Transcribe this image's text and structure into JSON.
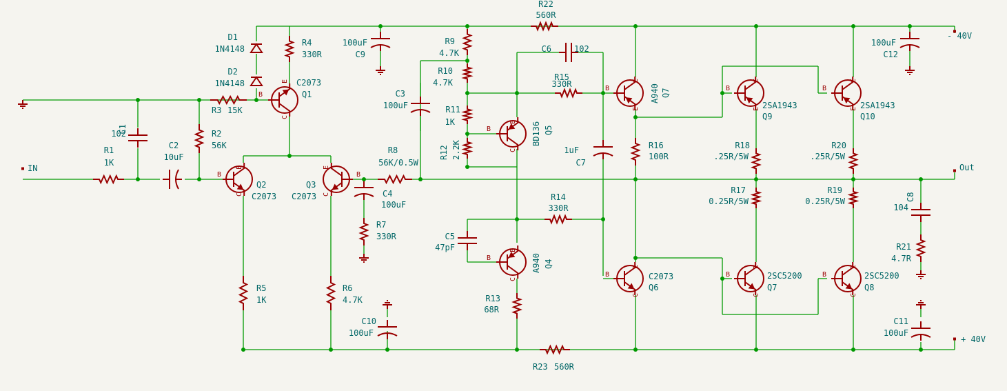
{
  "components": {
    "r1": {
      "ref": "R1",
      "value": "1K"
    },
    "c1": {
      "ref": "C1",
      "value": "102"
    },
    "c2": {
      "ref": "C2",
      "value": "10uF"
    },
    "r2": {
      "ref": "R2",
      "value": "56K"
    },
    "r3": {
      "ref": "R3",
      "value": "15K"
    },
    "d1": {
      "ref": "D1",
      "value": "1N4148"
    },
    "d2": {
      "ref": "D2",
      "value": "1N4148"
    },
    "r4": {
      "ref": "R4",
      "value": "330R"
    },
    "q1": {
      "ref": "Q1",
      "value": "C2073"
    },
    "q2": {
      "ref": "Q2",
      "value": "C2073"
    },
    "q3": {
      "ref": "Q3",
      "value": "C2073"
    },
    "r5": {
      "ref": "R5",
      "value": "1K"
    },
    "r6": {
      "ref": "R6",
      "value": "4.7K"
    },
    "c4": {
      "ref": "C4",
      "value": "100uF"
    },
    "r7": {
      "ref": "R7",
      "value": "330R"
    },
    "r8": {
      "ref": "R8",
      "value": "56K/0.5W"
    },
    "c3": {
      "ref": "C3",
      "value": "100uF"
    },
    "c9": {
      "ref": "C9",
      "value": "100uF"
    },
    "c10": {
      "ref": "C10",
      "value": "100uF"
    },
    "r9": {
      "ref": "R9",
      "value": "4.7K"
    },
    "r10": {
      "ref": "R10",
      "value": "4.7K"
    },
    "r11": {
      "ref": "R11",
      "value": "1K"
    },
    "r12": {
      "ref": "R12",
      "value": "2.2K"
    },
    "q5": {
      "ref": "Q5",
      "value": "BD136"
    },
    "c6": {
      "ref": "C6",
      "value": "102"
    },
    "r15": {
      "ref": "R15",
      "value": "330R"
    },
    "c7": {
      "ref": "C7",
      "value": "1uF"
    },
    "c5": {
      "ref": "C5",
      "value": "47pF"
    },
    "q4": {
      "ref": "Q4",
      "value": "A940"
    },
    "r13": {
      "ref": "R13",
      "value": "68R"
    },
    "r14": {
      "ref": "R14",
      "value": "330R"
    },
    "r22": {
      "ref": "R22",
      "value": "560R"
    },
    "r23": {
      "ref": "R23",
      "value": "560R"
    },
    "q7a": {
      "ref": "Q7",
      "value": "A940"
    },
    "q6": {
      "ref": "Q6",
      "value": "C2073"
    },
    "r16": {
      "ref": "R16",
      "value": "100R"
    },
    "q9": {
      "ref": "Q9",
      "value": "2SA1943"
    },
    "q10": {
      "ref": "Q10",
      "value": "2SA1943"
    },
    "r18": {
      "ref": "R18",
      "value": ".25R/5W"
    },
    "r20": {
      "ref": "R20",
      "value": ".25R/5W"
    },
    "r17": {
      "ref": "R17",
      "value": "0.25R/5W"
    },
    "r19": {
      "ref": "R19",
      "value": "0.25R/5W"
    },
    "q7b": {
      "ref": "Q7",
      "value": "2SC5200"
    },
    "q8": {
      "ref": "Q8",
      "value": "2SC5200"
    },
    "c12": {
      "ref": "C12",
      "value": "100uF"
    },
    "c11": {
      "ref": "C11",
      "value": "100uF"
    },
    "c8": {
      "ref": "C8",
      "value": "104"
    },
    "r21": {
      "ref": "R21",
      "value": "4.7R"
    }
  },
  "nets": {
    "in": "IN",
    "out": "Out",
    "vneg": "- 40V",
    "vpos": "+ 40V"
  },
  "pins": {
    "b": "B",
    "c": "C",
    "e": "E"
  },
  "colors": {
    "wire": "#009900",
    "part": "#990000",
    "text": "#006666",
    "background": "#f5f4ef"
  }
}
